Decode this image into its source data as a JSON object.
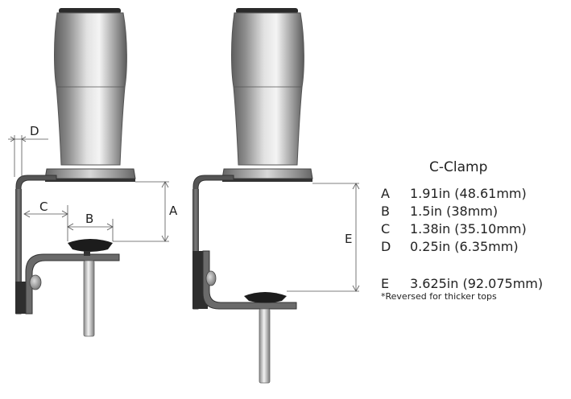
{
  "title": "C-Clamp",
  "dimension_labels": {
    "a": "A",
    "b": "B",
    "c": "C",
    "d": "D",
    "e": "E"
  },
  "specs": [
    {
      "letter": "A",
      "value": "1.91in (48.61mm)"
    },
    {
      "letter": "B",
      "value": "1.5in (38mm)"
    },
    {
      "letter": "C",
      "value": "1.38in (35.10mm)"
    },
    {
      "letter": "D",
      "value": "0.25in (6.35mm)"
    },
    {
      "letter": "E",
      "value": "3.625in (92.075mm)"
    }
  ],
  "note": "*Reversed for thicker tops"
}
